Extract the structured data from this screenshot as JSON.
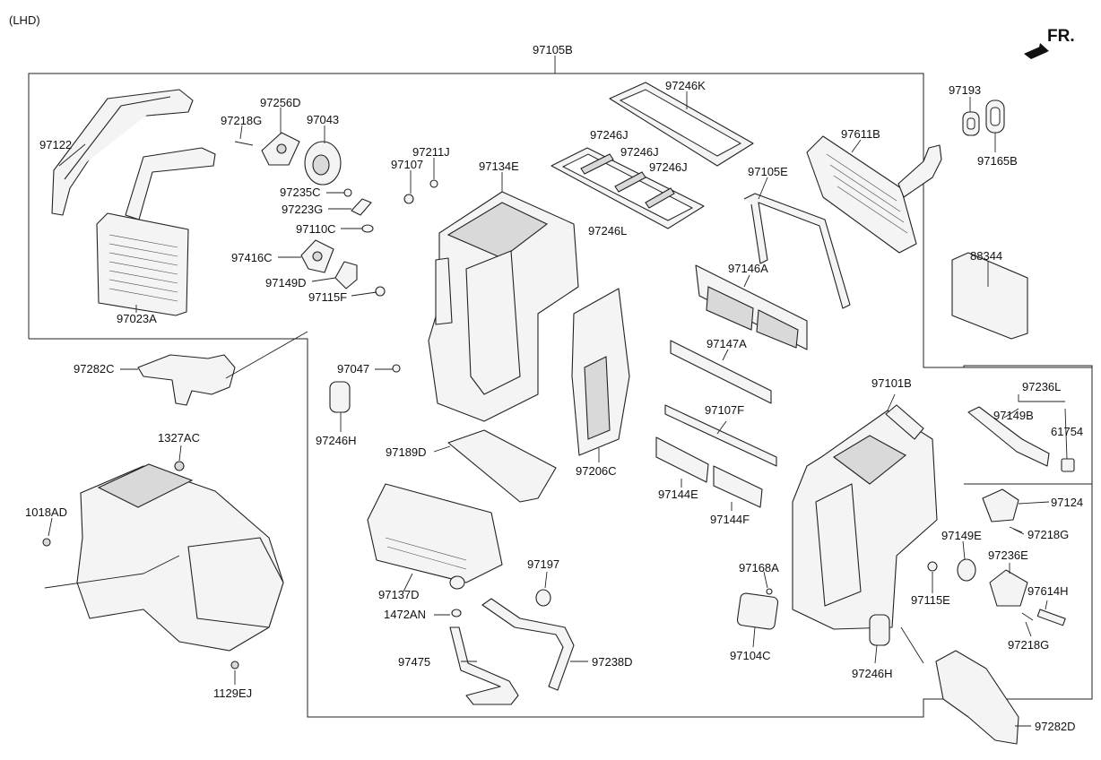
{
  "header": {
    "variant": "(LHD)",
    "direction": "FR."
  },
  "labels": [
    "97105B",
    "97122",
    "97218G",
    "97256D",
    "97043",
    "97235C",
    "97223G",
    "97110C",
    "97416C",
    "97149D",
    "97115F",
    "97023A",
    "97211J",
    "97107",
    "97134E",
    "97246J",
    "97246J",
    "97246J",
    "97246L",
    "97246K",
    "97105E",
    "97611B",
    "97193",
    "97165B",
    "88344",
    "97146A",
    "97147A",
    "97101B",
    "97282C",
    "97047",
    "97246H",
    "97189D",
    "97206C",
    "97107F",
    "97144E",
    "97144F",
    "97236L",
    "97149B",
    "61754",
    "97124",
    "97218G",
    "97149E",
    "97236E",
    "97614H",
    "97218G",
    "97115E",
    "97168A",
    "97104C",
    "97246H",
    "97282D",
    "1327AC",
    "1018AD",
    "1129EJ",
    "97137D",
    "1472AN",
    "97197",
    "97475",
    "97238D"
  ],
  "colors": {
    "line": "#222222",
    "fill": "#f4f4f4",
    "text": "#111111"
  }
}
